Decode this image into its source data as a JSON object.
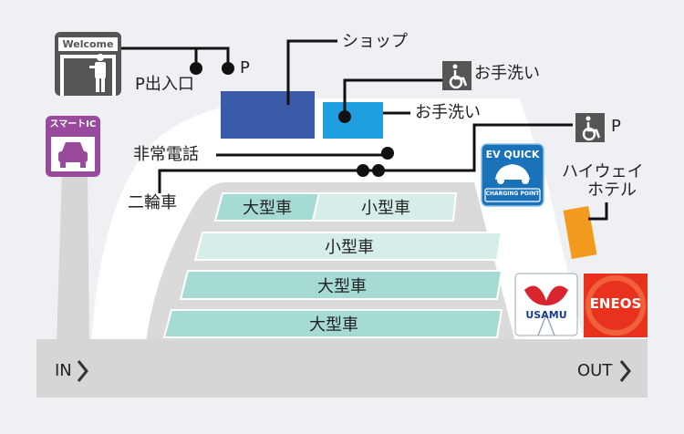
{
  "colors": {
    "background": "#eef0f4",
    "road": "#d6d6d6",
    "lot": "#dadada",
    "large_slot": "#a6dbd4",
    "small_slot": "#d6eeea",
    "shop": "#3a5ba8",
    "toilet": "#1f9fe0",
    "hotel": "#f39b1f",
    "smart_ic": "#9a4a9c",
    "welcome": "#555555",
    "ev": "#1a72b8",
    "eneos": "#e8321e"
  },
  "signs": {
    "welcome": "Welcome",
    "smart_ic": "スマートIC",
    "ev_title": "EV QUICK",
    "ev_sub": "CHARGING POINT",
    "usamu": "USAMU",
    "eneos": "ENEOS"
  },
  "labels": {
    "p_entrance": "P出入口",
    "p": "P",
    "shop": "ショップ",
    "toilet_accessible": "お手洗い",
    "toilet": "お手洗い",
    "emergency_phone": "非常電話",
    "motorcycle": "二輪車",
    "accessible_p": "P",
    "hotel_line1": "ハイウェイ",
    "hotel_line2": "ホテル",
    "in": "IN",
    "out": "OUT"
  },
  "parking": [
    {
      "label": "大型車",
      "type": "large"
    },
    {
      "label": "小型車",
      "type": "small"
    },
    {
      "label": "小型車",
      "type": "small"
    },
    {
      "label": "大型車",
      "type": "large"
    },
    {
      "label": "大型車",
      "type": "large"
    }
  ],
  "icons": [
    "person-icon",
    "car-icon",
    "wheelchair-icon",
    "ev-car-icon",
    "chevron-right-icon"
  ]
}
